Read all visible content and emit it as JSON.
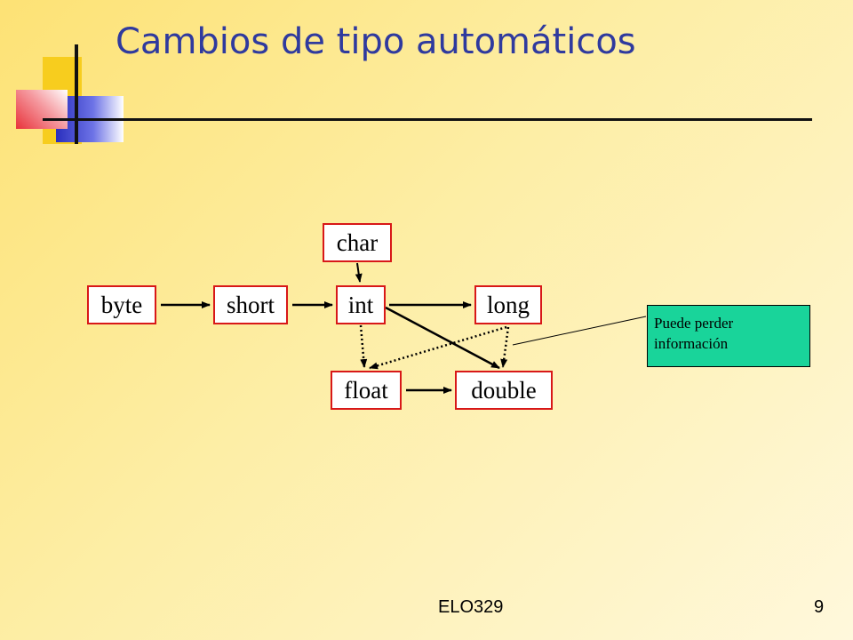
{
  "slide": {
    "title": "Cambios de tipo automáticos",
    "footer_left": "ELO329",
    "page_number": "9"
  },
  "diagram": {
    "nodes": {
      "char": "char",
      "byte": "byte",
      "short": "short",
      "int": "int",
      "long": "long",
      "float": "float",
      "double": "double"
    },
    "edges": [
      {
        "from": "byte",
        "to": "short",
        "style": "solid"
      },
      {
        "from": "short",
        "to": "int",
        "style": "solid"
      },
      {
        "from": "int",
        "to": "long",
        "style": "solid"
      },
      {
        "from": "char",
        "to": "int",
        "style": "solid"
      },
      {
        "from": "float",
        "to": "double",
        "style": "solid"
      },
      {
        "from": "int",
        "to": "double",
        "style": "solid"
      },
      {
        "from": "int",
        "to": "float",
        "style": "dotted"
      },
      {
        "from": "long",
        "to": "float",
        "style": "dotted"
      },
      {
        "from": "long",
        "to": "double",
        "style": "dotted"
      }
    ],
    "note": "Puede perder información"
  },
  "colors": {
    "title": "#2f3a9e",
    "node_border": "#d81818",
    "note_fill": "#19d49a"
  }
}
